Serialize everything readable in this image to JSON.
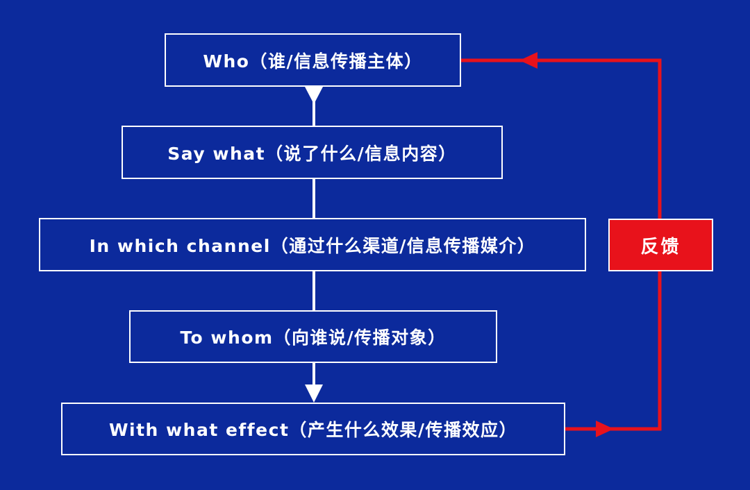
{
  "diagram": {
    "steps": [
      {
        "label": "Who（谁/信息传播主体）"
      },
      {
        "label": "Say what（说了什么/信息内容）"
      },
      {
        "label": "In which channel（通过什么渠道/信息传播媒介）"
      },
      {
        "label": "To whom（向谁说/传播对象）"
      },
      {
        "label": "With what effect（产生什么效果/传播效应）"
      }
    ],
    "feedback": {
      "label": "反馈"
    }
  },
  "colors": {
    "background": "#0c2a9c",
    "box_border": "#ffffff",
    "connector": "#ffffff",
    "feedback_loop": "#e8121b"
  }
}
